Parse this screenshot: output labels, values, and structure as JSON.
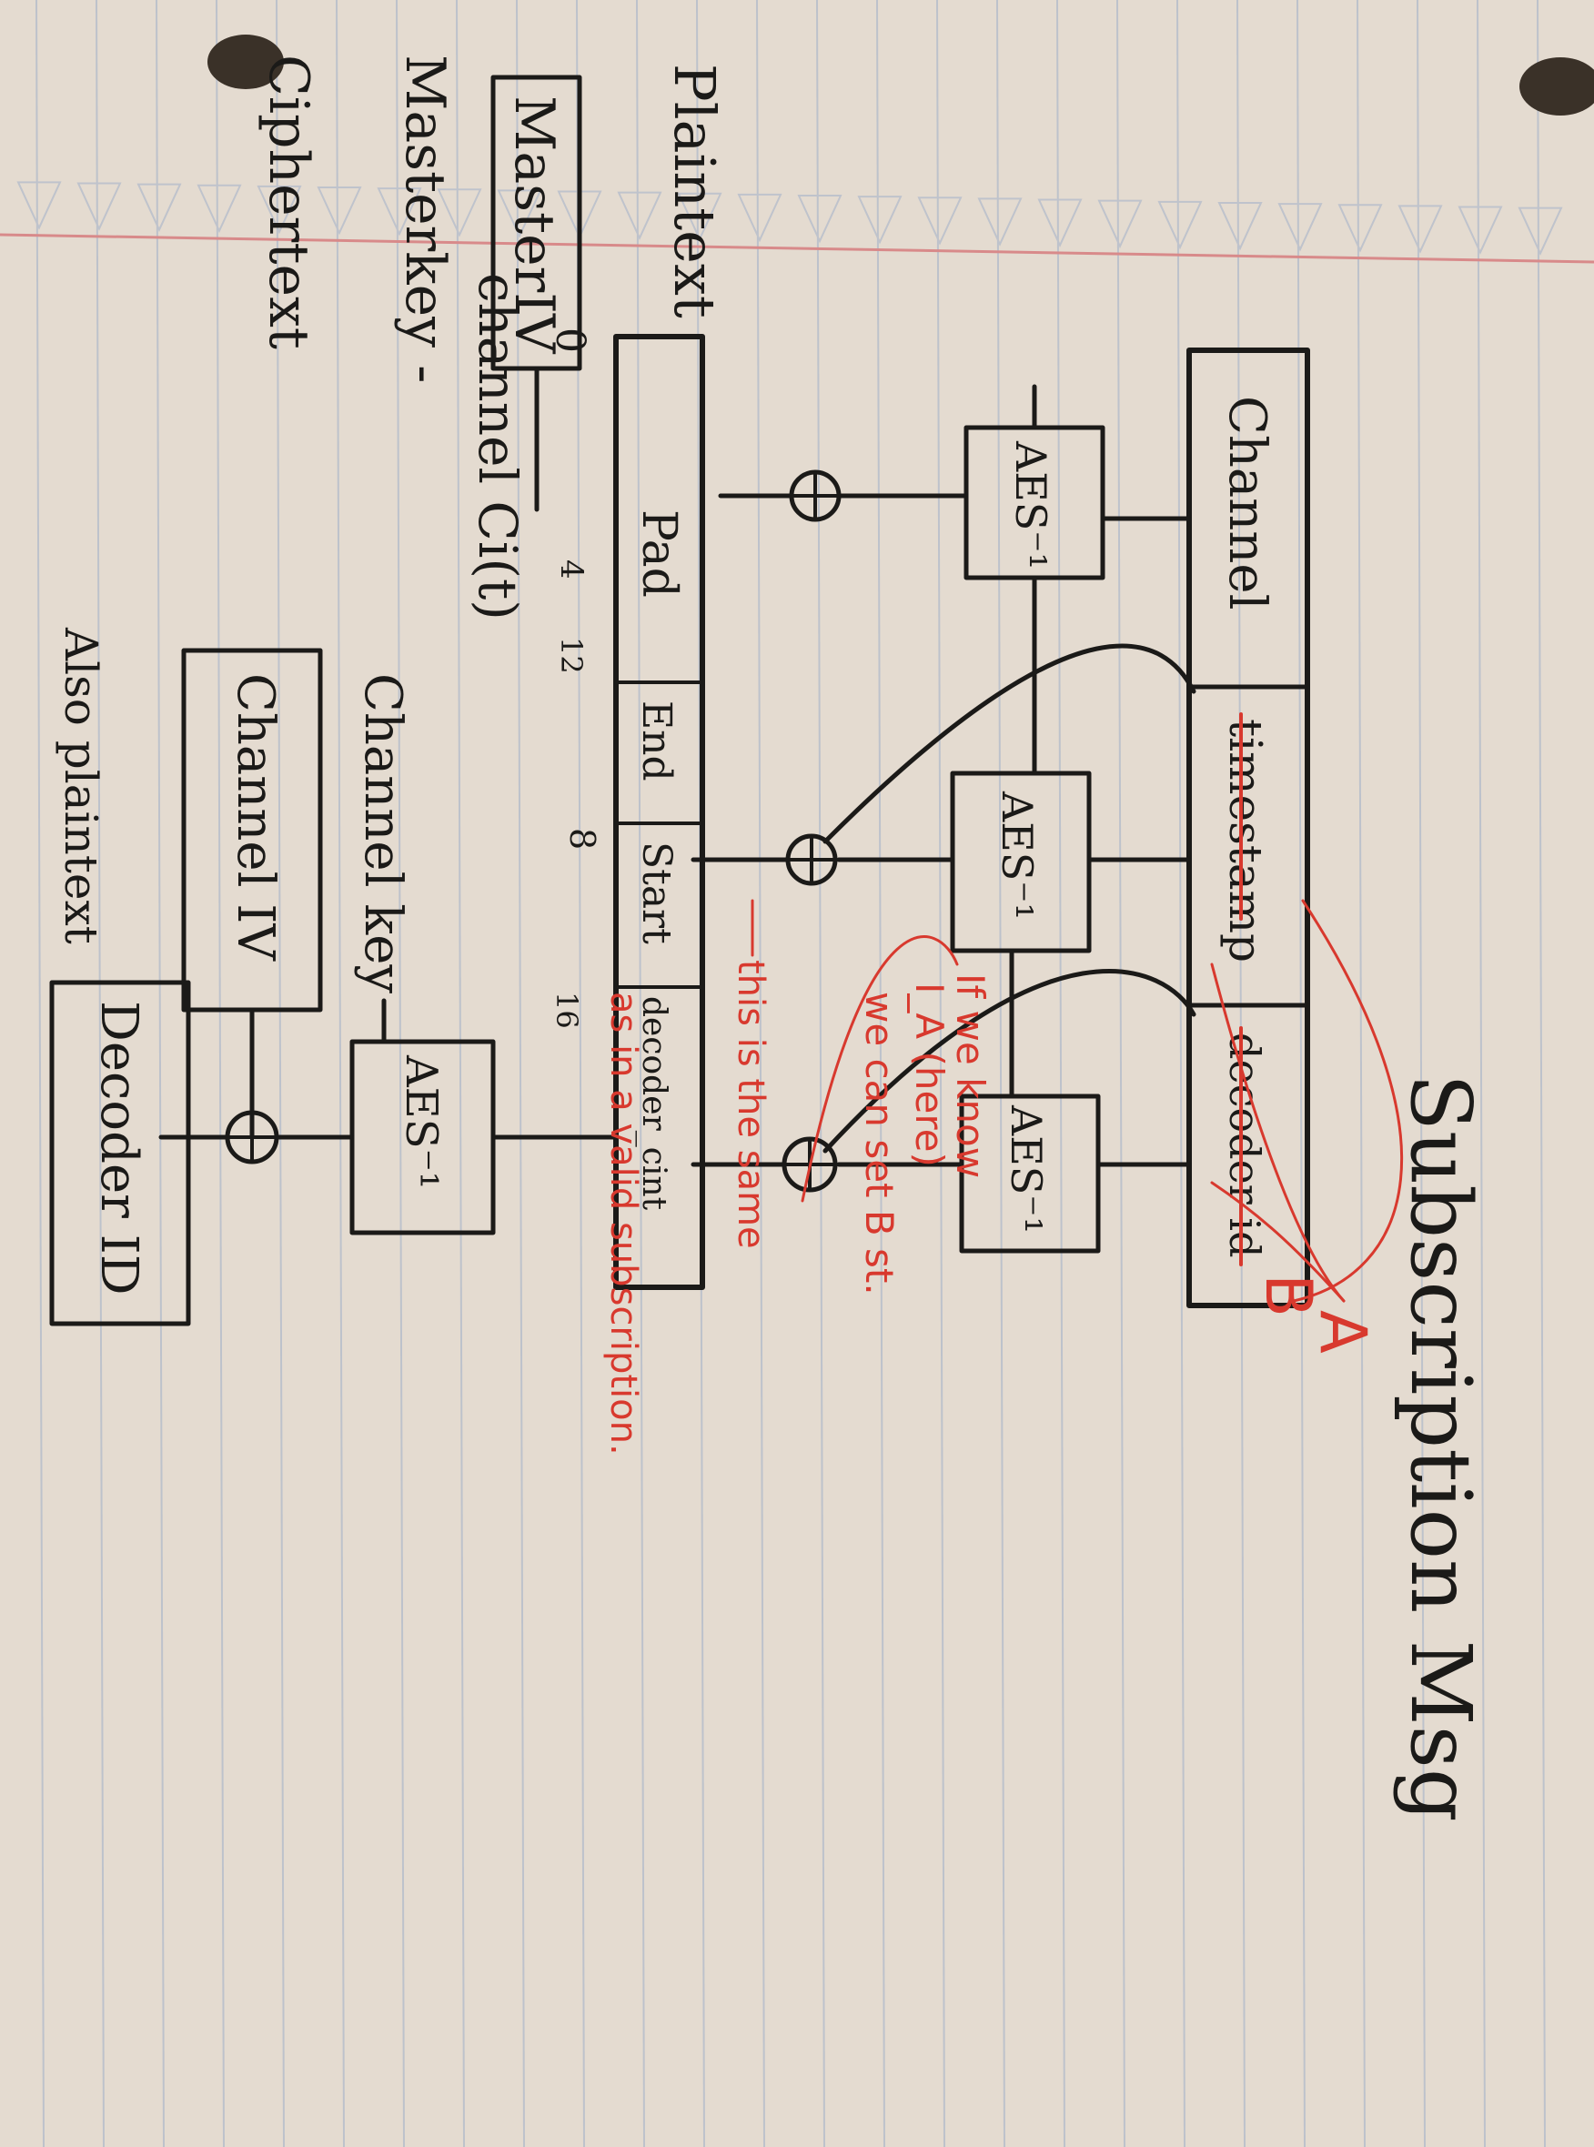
{
  "title": "Subscription Msg",
  "labels": {
    "ciphertext": "Ciphertext",
    "master_key": "Masterkey -",
    "master_iv": "MasterIV",
    "plaintext": "Plaintext",
    "channel_cint": "channel Ci(t)",
    "channel_key": "Channel key",
    "channel_iv": "Channel IV",
    "also_plaintext": "Also plaintext",
    "decoder_id_box": "Decoder ID",
    "aes_inv": "AES⁻¹"
  },
  "ciphertext_fields": [
    "Channel",
    "timestamp",
    "decoder id"
  ],
  "plaintext_fields": [
    "Pad",
    "End",
    "Start",
    "decoder_cint"
  ],
  "byte_marks": [
    "0",
    "4",
    "12",
    "8",
    "16"
  ],
  "annotations": {
    "A": "A",
    "B": "B",
    "note_1": "If we know",
    "note_2": "I_A (here)",
    "note_3": "we can set B st.",
    "note_4": "this is the same",
    "note_5": "as in a valid subscription."
  },
  "colors": {
    "paper": "#e4dbd0",
    "rule_line": "#a9b5c9",
    "margin_line": "#d88a8a",
    "ink": "#1b1a18",
    "red_ink": "#d8392e"
  }
}
